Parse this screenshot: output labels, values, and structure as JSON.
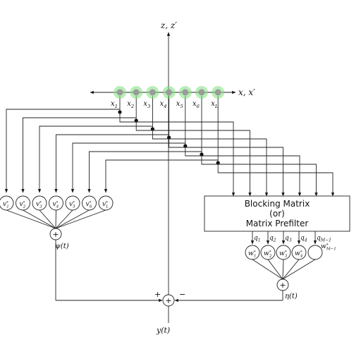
{
  "axes": {
    "z_label": "z, z′",
    "x_label": "x, x′"
  },
  "mics": [
    {
      "label": "x",
      "sub": "1"
    },
    {
      "label": "x",
      "sub": "2"
    },
    {
      "label": "x",
      "sub": "3"
    },
    {
      "label": "x",
      "sub": "4"
    },
    {
      "label": "x",
      "sub": "5"
    },
    {
      "label": "x",
      "sub": "6"
    },
    {
      "label": "x",
      "sub": "L"
    }
  ],
  "weights_left": [
    {
      "label": "v",
      "sub": "1",
      "sup": "*"
    },
    {
      "label": "v",
      "sub": "2",
      "sup": "*"
    },
    {
      "label": "v",
      "sub": "3",
      "sup": "*"
    },
    {
      "label": "v",
      "sub": "4",
      "sup": "*"
    },
    {
      "label": "v",
      "sub": "5",
      "sup": "*"
    },
    {
      "label": "v",
      "sub": "6",
      "sup": "*"
    },
    {
      "label": "v",
      "sub": "L",
      "sup": "*"
    }
  ],
  "blocking_box": {
    "line1": "Blocking Matrix",
    "line2": "(or)",
    "line3": "Matrix Prefilter"
  },
  "q_outputs": [
    {
      "label": "q",
      "sub": "1"
    },
    {
      "label": "q",
      "sub": "2"
    },
    {
      "label": "q",
      "sub": "3"
    },
    {
      "label": "q",
      "sub": "4"
    },
    {
      "label": "q",
      "sub": "M−1"
    }
  ],
  "weights_right": [
    {
      "label": "w",
      "sub": "1",
      "sup": "*"
    },
    {
      "label": "w",
      "sub": "2",
      "sup": "*"
    },
    {
      "label": "w",
      "sub": "3",
      "sup": "*"
    },
    {
      "label": "w",
      "sub": "4",
      "sup": "*"
    },
    {
      "label": "w",
      "sub": "M−1",
      "sup": "*"
    }
  ],
  "sum_symbol": "+",
  "signals": {
    "psi": "ψ(t)",
    "eta": "η(t)",
    "output": "y(t)"
  },
  "combiner": {
    "plus": "+",
    "minus": "−"
  }
}
